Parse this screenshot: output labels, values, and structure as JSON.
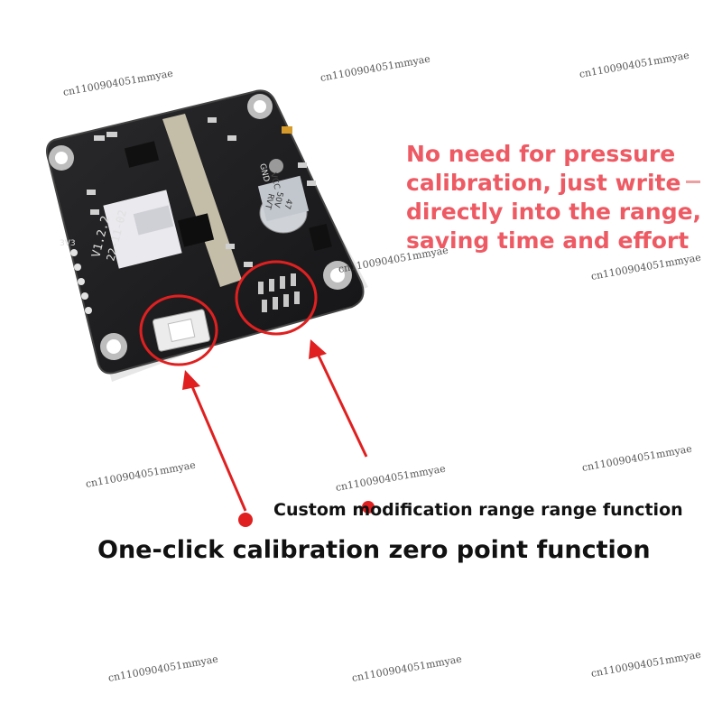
{
  "watermark": "cn1100904051mmyae",
  "board": {
    "version": "V1.2.2",
    "date": "22-11-02",
    "pin_label": "3V3",
    "connector_labels": [
      "GND",
      "VCC",
      "RVT",
      "50V",
      "47"
    ]
  },
  "callouts": {
    "top_lines": [
      "No need for pressure",
      "calibration, just write",
      "directly into the range,",
      "saving time and effort"
    ],
    "custom_range": "Custom modification range range function",
    "zero_point": "One-click calibration zero point function"
  },
  "colors": {
    "accent_red": "#e02020",
    "callout_text": "#ee5a63",
    "board": "#1c1c1e"
  }
}
